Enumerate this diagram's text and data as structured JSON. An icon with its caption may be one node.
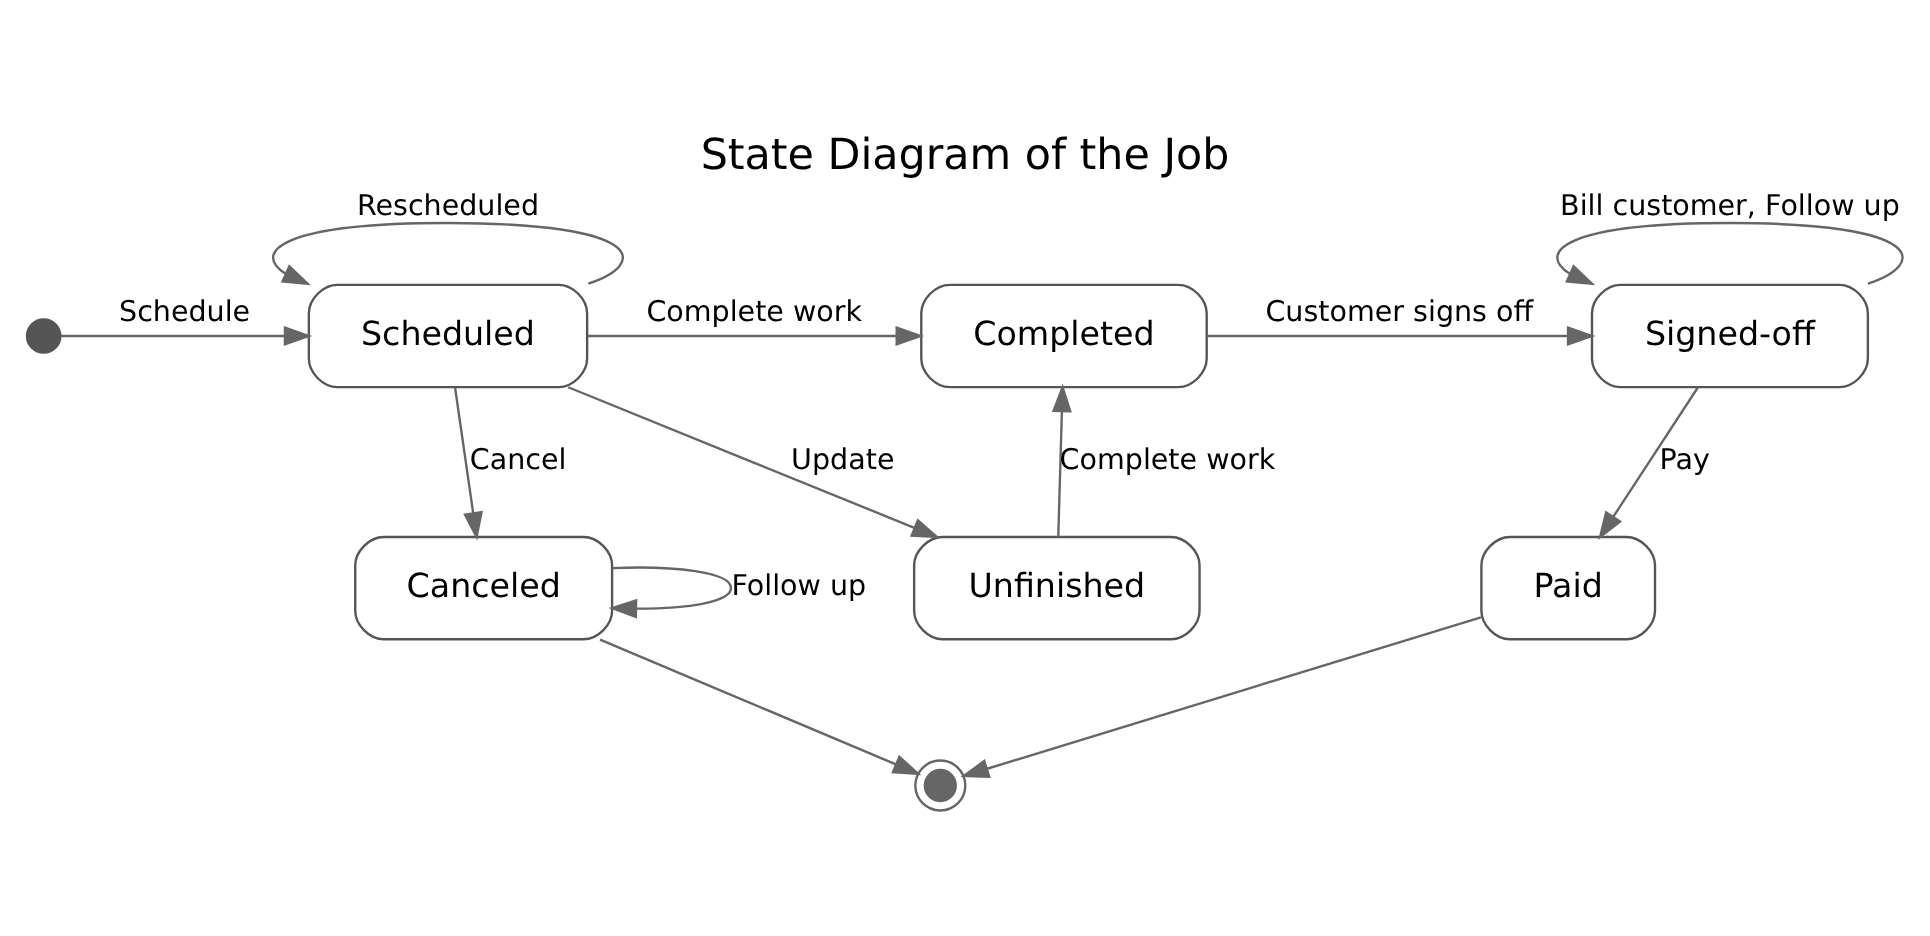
{
  "diagram": {
    "title": "State Diagram of the Job",
    "nodes": [
      {
        "text": [],
        "shape": "circle"
      },
      {
        "text": [
          "Scheduled"
        ]
      },
      {
        "text": [
          "Completed"
        ]
      },
      {
        "text": [
          "Signed-off"
        ]
      },
      {
        "text": [
          "Canceled"
        ]
      },
      {
        "text": [
          "Unfinished"
        ]
      },
      {
        "text": [
          "Paid"
        ]
      },
      {
        "text": [],
        "shape": "circle"
      }
    ],
    "edges": [
      {
        "from": 0,
        "to": 1,
        "arrow": "to",
        "label": "Schedule"
      },
      {
        "from": 1,
        "to": 1,
        "arrow": "to",
        "label": "Rescheduled"
      },
      {
        "from": 1,
        "to": 2,
        "arrow": "to",
        "label": "Complete work"
      },
      {
        "from": 2,
        "to": 3,
        "arrow": "to",
        "label": "Customer signs off"
      },
      {
        "from": 3,
        "to": 3,
        "arrow": "to",
        "label": "Bill customer, Follow up"
      },
      {
        "from": 1,
        "to": 4,
        "arrow": "to",
        "label": "Cancel"
      },
      {
        "from": 4,
        "to": 4,
        "arrow": "to",
        "label": "Follow up"
      },
      {
        "from": 1,
        "to": 5,
        "arrow": "to",
        "label": "Update"
      },
      {
        "from": 5,
        "to": 2,
        "arrow": "to",
        "label": "Complete work"
      },
      {
        "from": 3,
        "to": 6,
        "arrow": "to",
        "label": "Pay"
      },
      {
        "from": 4,
        "to": 7,
        "arrow": "to"
      },
      {
        "from": 6,
        "to": 7,
        "arrow": "to"
      }
    ]
  }
}
